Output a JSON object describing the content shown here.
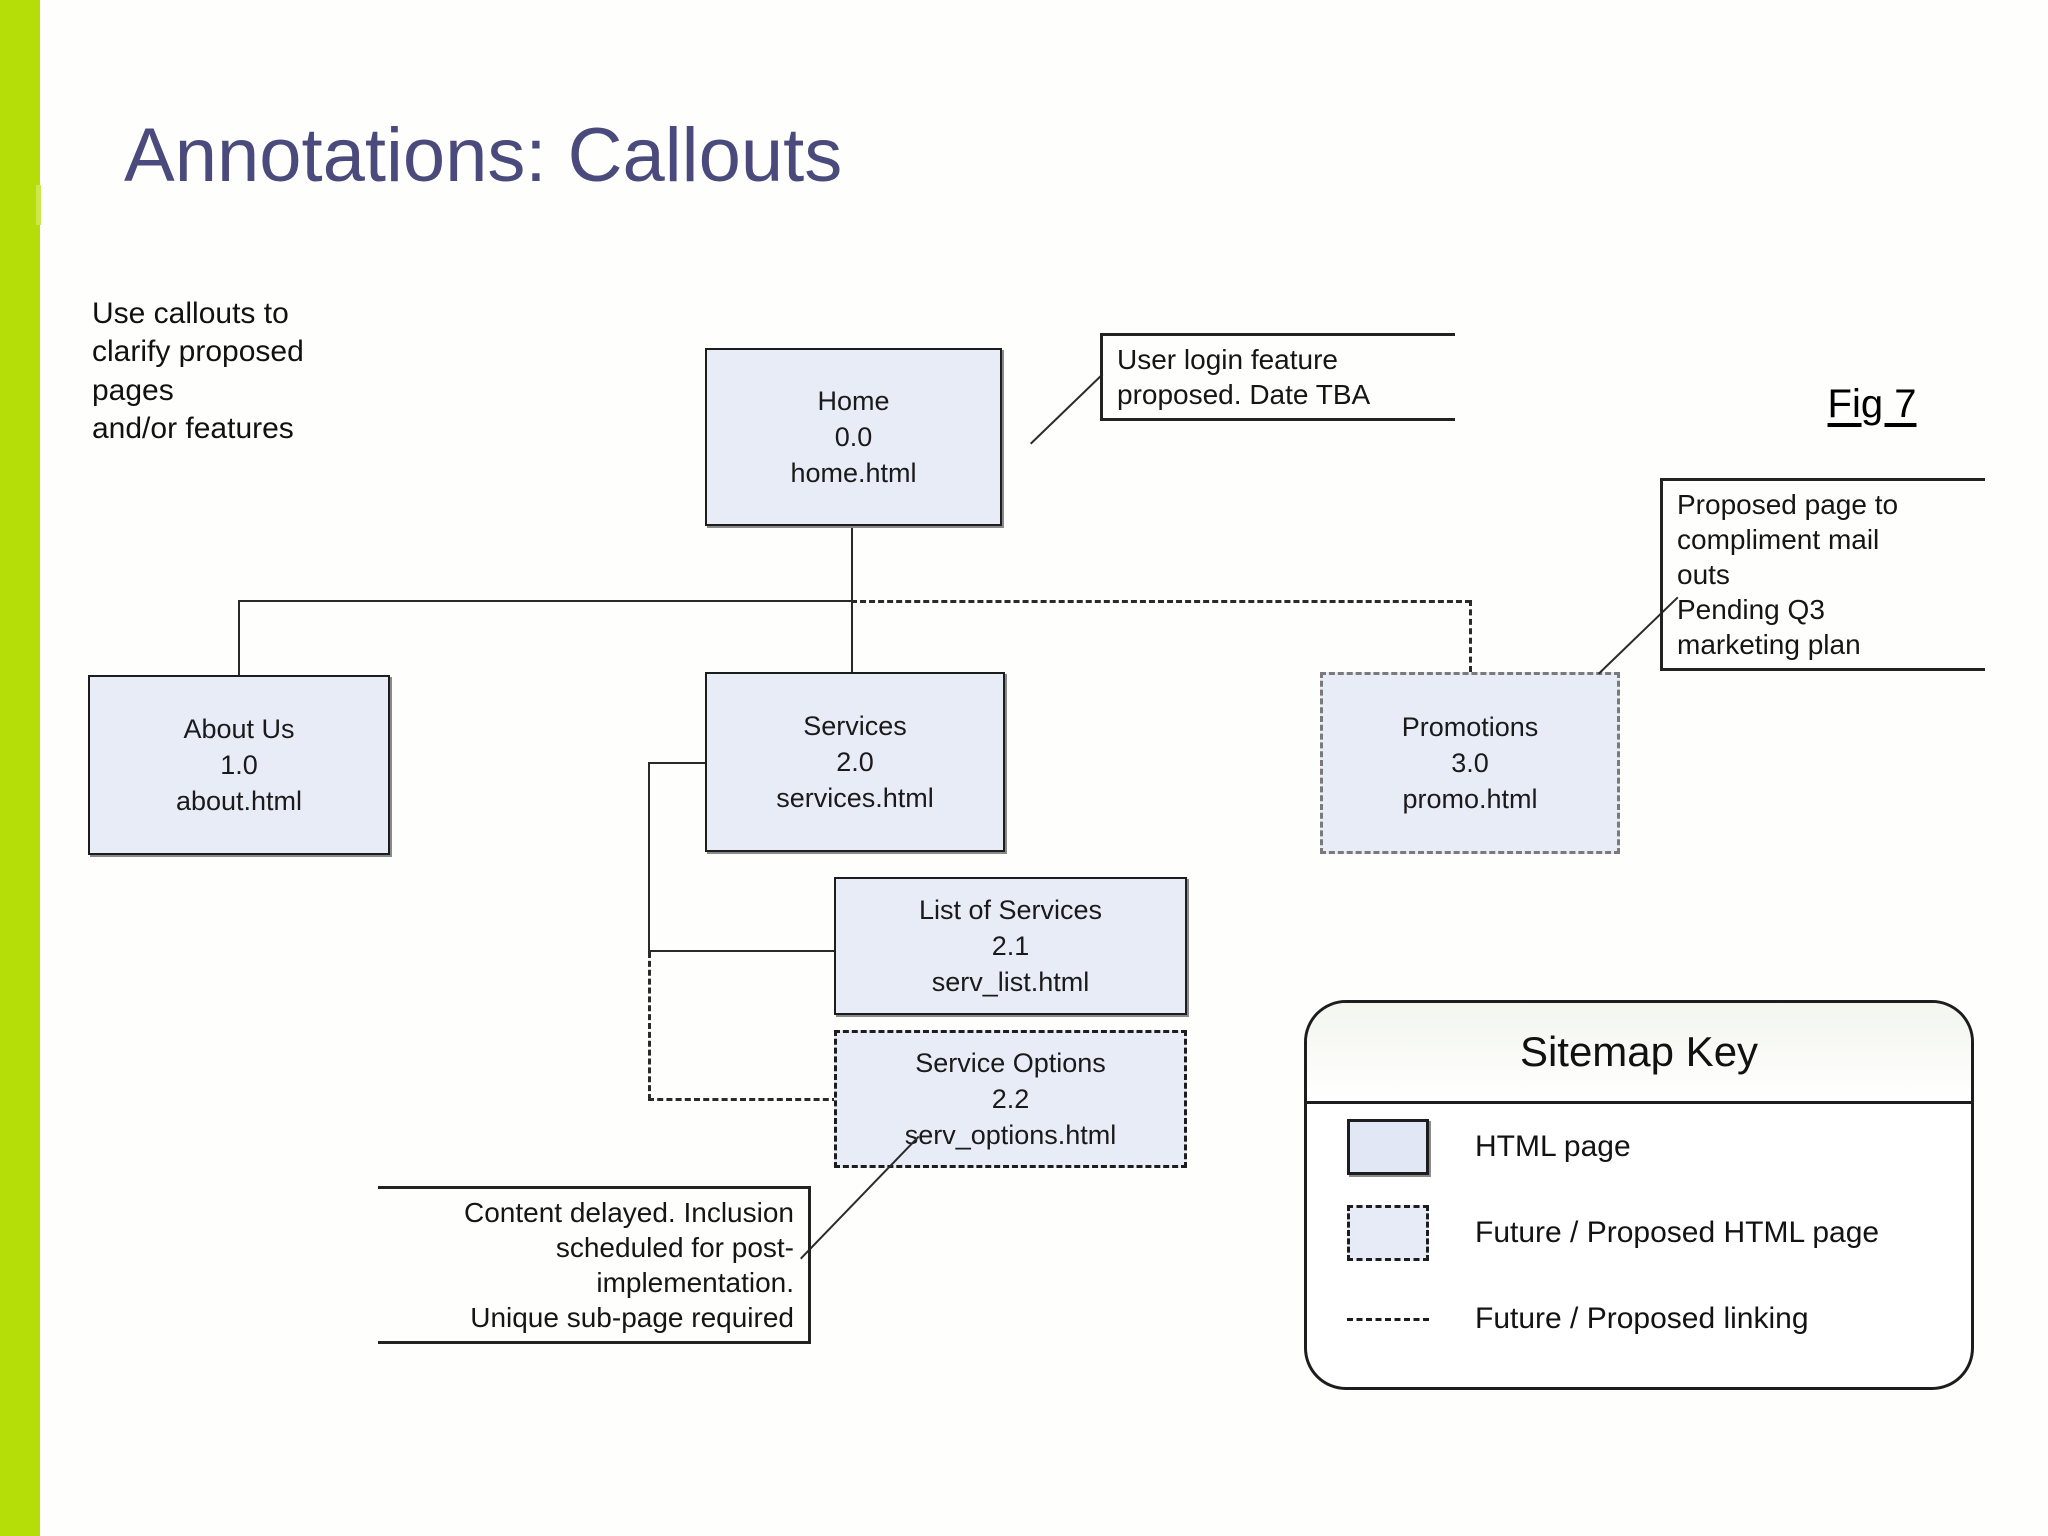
{
  "slide": {
    "title": "Annotations: Callouts",
    "intro": "Use callouts to\nclarify proposed\npages\nand/or features",
    "figure_label": "Fig  7",
    "accent_color": "#b5dd07",
    "title_color": "#4a4a7c",
    "node_fill": "#e8ecf7"
  },
  "sitemap": {
    "nodes": [
      {
        "name": "Home",
        "number": "0.0",
        "file": "home.html",
        "style": "solid"
      },
      {
        "name": "About Us",
        "number": "1.0",
        "file": "about.html",
        "style": "solid"
      },
      {
        "name": "Services",
        "number": "2.0",
        "file": "services.html",
        "style": "solid"
      },
      {
        "name": "Promotions",
        "number": "3.0",
        "file": "promo.html",
        "style": "dashed"
      },
      {
        "name": "List of Services",
        "number": "2.1",
        "file": "serv_list.html",
        "style": "solid"
      },
      {
        "name": "Service Options",
        "number": "2.2",
        "file": "serv_options.html",
        "style": "dashed-dark"
      }
    ]
  },
  "callouts": [
    {
      "id": "login",
      "text": "User login feature\nproposed. Date TBA"
    },
    {
      "id": "promo",
      "text": "Proposed page to\ncompliment mail\nouts\nPending Q3\nmarketing plan"
    },
    {
      "id": "delayed",
      "text": "Content delayed. Inclusion\nscheduled for post-\nimplementation.\nUnique sub-page required"
    }
  ],
  "legend": {
    "title": "Sitemap Key",
    "rows": [
      {
        "swatch": "solid",
        "label": "HTML page"
      },
      {
        "swatch": "dashed",
        "label": "Future / Proposed HTML page"
      },
      {
        "swatch": "line",
        "label": "Future / Proposed linking"
      }
    ]
  }
}
